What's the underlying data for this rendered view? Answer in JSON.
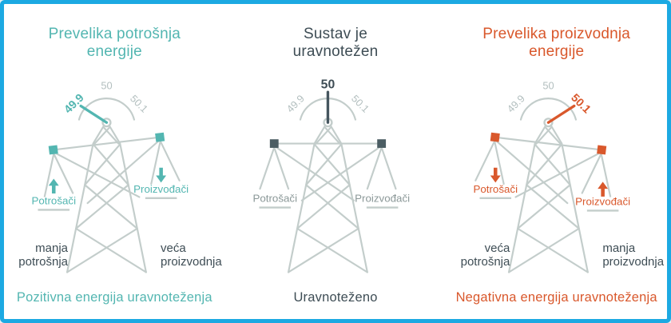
{
  "frame": {
    "border_color": "#1ca9e2",
    "background_color": "#ffffff"
  },
  "colors": {
    "teal_accent": "#53b6b1",
    "orange_accent": "#d9582c",
    "dark_slate_text": "#3e4d55",
    "structure_gray": "#c3cdcb",
    "inactive_scale_gray": "#b3bfbf",
    "balanced_square": "#4b5d63"
  },
  "gauge_scale": {
    "low": "49.9",
    "mid": "50",
    "high": "50.1"
  },
  "panels": [
    {
      "title_line1": "Prevelika potrošnja",
      "title_line2": "energije",
      "gauge_reading": "49.9",
      "consumers_label": "Potrošači",
      "producers_label": "Proizvođači",
      "consumers_arrow": "up",
      "producers_arrow": "down",
      "left_note_line1": "manja",
      "left_note_line2": "potrošnja",
      "right_note_line1": "veća",
      "right_note_line2": "proizvodnja",
      "caption": "Pozitivna energija uravnoteženja"
    },
    {
      "title_line1": "Sustav je",
      "title_line2": "uravnotežen",
      "gauge_reading": "50",
      "consumers_label": "Potrošači",
      "producers_label": "Proizvođači",
      "caption": "Uravnoteženo"
    },
    {
      "title_line1": "Prevelika proizvodnja",
      "title_line2": "energije",
      "gauge_reading": "50.1",
      "consumers_label": "Potrošači",
      "producers_label": "Proizvođači",
      "consumers_arrow": "down",
      "producers_arrow": "up",
      "left_note_line1": "veća",
      "left_note_line2": "potrošnja",
      "right_note_line1": "manja",
      "right_note_line2": "proizvodnja",
      "caption": "Negativna energija uravnoteženja"
    }
  ]
}
